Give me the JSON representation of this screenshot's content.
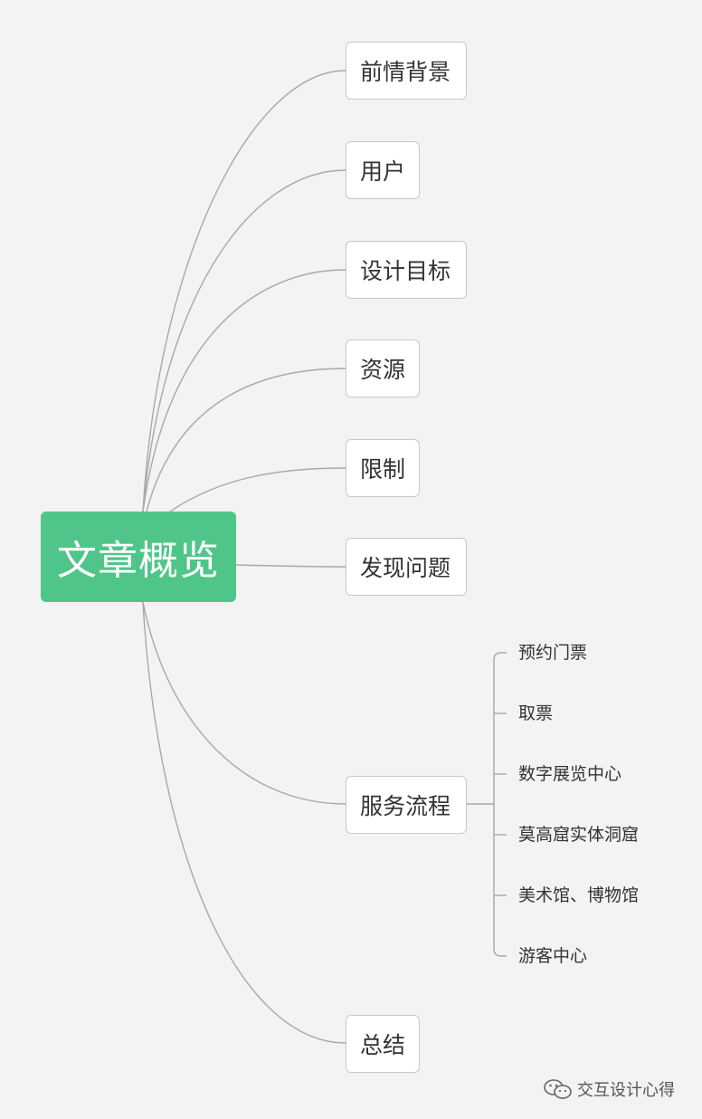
{
  "root": {
    "label": "文章概览"
  },
  "branches": [
    {
      "label": "前情背景"
    },
    {
      "label": "用户"
    },
    {
      "label": "设计目标"
    },
    {
      "label": "资源"
    },
    {
      "label": "限制"
    },
    {
      "label": "发现问题"
    },
    {
      "label": "服务流程",
      "children": [
        {
          "label": "预约门票"
        },
        {
          "label": "取票"
        },
        {
          "label": "数字展览中心"
        },
        {
          "label": "莫高窟实体洞窟"
        },
        {
          "label": "美术馆、博物馆"
        },
        {
          "label": "游客中心"
        }
      ]
    },
    {
      "label": "总结"
    }
  ],
  "watermark": {
    "label": "交互设计心得",
    "icon": "wechat-icon"
  },
  "colors": {
    "root_fill": "#4fc58a",
    "connector": "#a8a8a8",
    "background": "#f3f3f3"
  }
}
